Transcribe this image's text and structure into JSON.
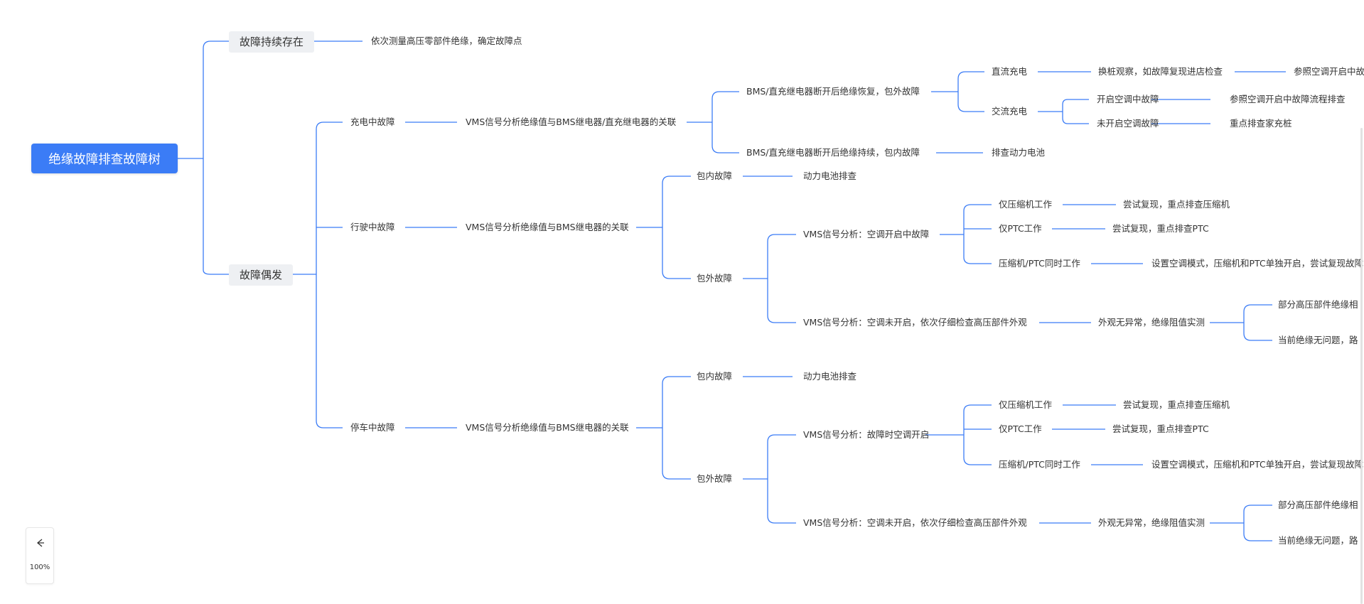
{
  "root": {
    "label": "绝缘故障排查故障树"
  },
  "branches": {
    "persistent": {
      "label": "故障持续存在",
      "step": "依次测量高压零部件绝缘，确定故障点"
    },
    "intermittent": {
      "label": "故障偶发"
    }
  },
  "charging": {
    "label": "充电中故障",
    "analysis": "VMS信号分析绝缘值与BMS继电器/直充继电器的关联",
    "recover": {
      "label": "BMS/直充继电器断开后绝缘恢复，包外故障",
      "dc": {
        "label": "直流充电",
        "step": "换桩观察，如故障复现进店检查",
        "result": "参照空调开启中故"
      },
      "ac": {
        "label": "交流充电",
        "ac_on": {
          "label": "开启空调中故障",
          "step": "参照空调开启中故障流程排查"
        },
        "ac_off": {
          "label": "未开启空调故障",
          "step": "重点排查家充桩"
        }
      }
    },
    "persist": {
      "label": "BMS/直充继电器断开后绝缘持续，包内故障",
      "step": "排查动力电池"
    }
  },
  "driving": {
    "label": "行驶中故障",
    "analysis": "VMS信号分析绝缘值与BMS继电器的关联",
    "inside": {
      "label": "包内故障",
      "step": "动力电池排查"
    },
    "outside": {
      "label": "包外故障",
      "ac_on": {
        "label": "VMS信号分析：空调开启中故障",
        "compressor": {
          "label": "仅压缩机工作",
          "step": "尝试复现，重点排查压缩机"
        },
        "ptc": {
          "label": "仅PTC工作",
          "step": "尝试复现，重点排查PTC"
        },
        "both": {
          "label": "压缩机/PTC同时工作",
          "step": "设置空调模式，压缩机和PTC单独开启，尝试复现故障"
        }
      },
      "ac_off": {
        "label": "VMS信号分析：空调未开启，依次仔细检查高压部件外观",
        "result": "外观无异常，绝缘阻值实测",
        "r1": "部分高压部件绝缘相",
        "r2": "当前绝缘无问题，路"
      }
    }
  },
  "parking": {
    "label": "停车中故障",
    "analysis": "VMS信号分析绝缘值与BMS继电器的关联",
    "inside": {
      "label": "包内故障",
      "step": "动力电池排查"
    },
    "outside": {
      "label": "包外故障",
      "ac_on": {
        "label": "VMS信号分析：故障时空调开启",
        "compressor": {
          "label": "仅压缩机工作",
          "step": "尝试复现，重点排查压缩机"
        },
        "ptc": {
          "label": "仅PTC工作",
          "step": "尝试复现，重点排查PTC"
        },
        "both": {
          "label": "压缩机/PTC同时工作",
          "step": "设置空调模式，压缩机和PTC单独开启，尝试复现故障"
        }
      },
      "ac_off": {
        "label": "VMS信号分析：空调未开启，依次仔细检查高压部件外观",
        "result": "外观无异常，绝缘阻值实测",
        "r1": "部分高压部件绝缘相",
        "r2": "当前绝缘无问题，路"
      }
    }
  },
  "zoom": {
    "level": "100%",
    "icon": "collapse-icon"
  },
  "colors": {
    "accent": "#3b7cf6",
    "line": "#3b7cf6",
    "node_bg": "#eef0f3"
  }
}
